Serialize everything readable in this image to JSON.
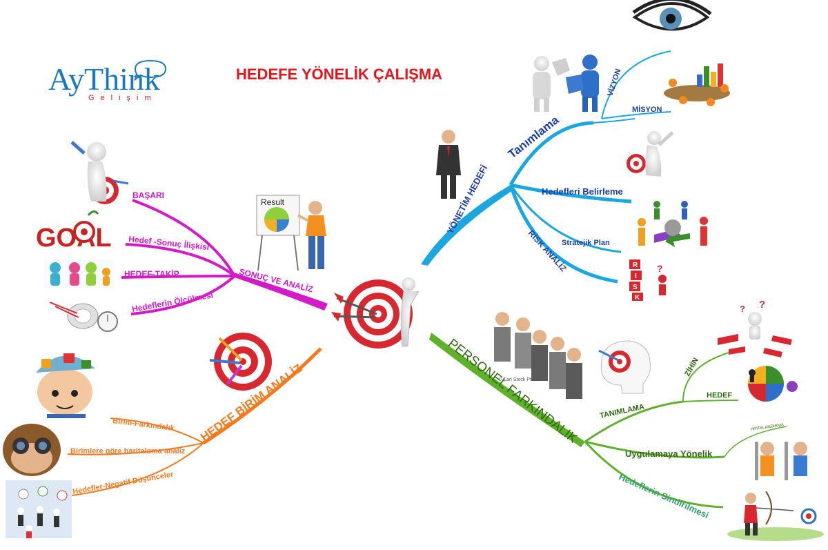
{
  "title": "HEDEFE YÖNELİK ÇALIŞMA",
  "logo": {
    "name_part1": "Ay",
    "name_part2": "Think",
    "subtitle": "Gelişim"
  },
  "center": {
    "icon": "target-with-figure-icon"
  },
  "branches": {
    "yonetim": {
      "label": "YÖNETİM HEDEFİ",
      "color": "#1aa7e0",
      "children": {
        "tanimlama": "Tanımlama",
        "vizyon": "VİZYON",
        "misyon": "MİSYON",
        "hedefleri_belirleme": "Hedefleri Belirleme",
        "stratejik_plan": "Stratejik Plan",
        "risk_analiz": "RİSK ANALİZ"
      }
    },
    "sonuc": {
      "label": "SONUÇ VE ANALİZ",
      "color": "#d21ac8",
      "children": {
        "basari": "BAŞARI",
        "hedef_sonuc": "Hedef -Sonuç İlişkisi",
        "hedef_takip": "HEDEF-TAKİP",
        "olcum": "Hedeflerin Ölçülmesi"
      }
    },
    "birim": {
      "label": "HEDEF BİRİM ANALİZ",
      "color": "#f37a1f",
      "children": {
        "farkindalik": "Birim-Farkındalık",
        "haritalama": "Birimlere göre haritalama analiz",
        "negatif": "Hedefler-Negatif Düşünceler"
      }
    },
    "personel": {
      "label": "PERSONEL FARKINDALIK",
      "color": "#5fb02a",
      "children": {
        "tanimlama": "TANIMLAMA",
        "zihin": "ZİHİN",
        "hedef": "HEDEF",
        "uygulama": "Uygulamaya Yönelik",
        "haritalandirma": "HRİTALANDIRMA",
        "sindirilmesi": "Hedeflerin Sindirilmesi"
      }
    }
  },
  "illustrations": {
    "result_board": "Result",
    "goal_word": "GOAL",
    "risk_letters": [
      "R",
      "I",
      "S",
      "K"
    ],
    "stock_watermark": "© Can Stock Photo"
  }
}
